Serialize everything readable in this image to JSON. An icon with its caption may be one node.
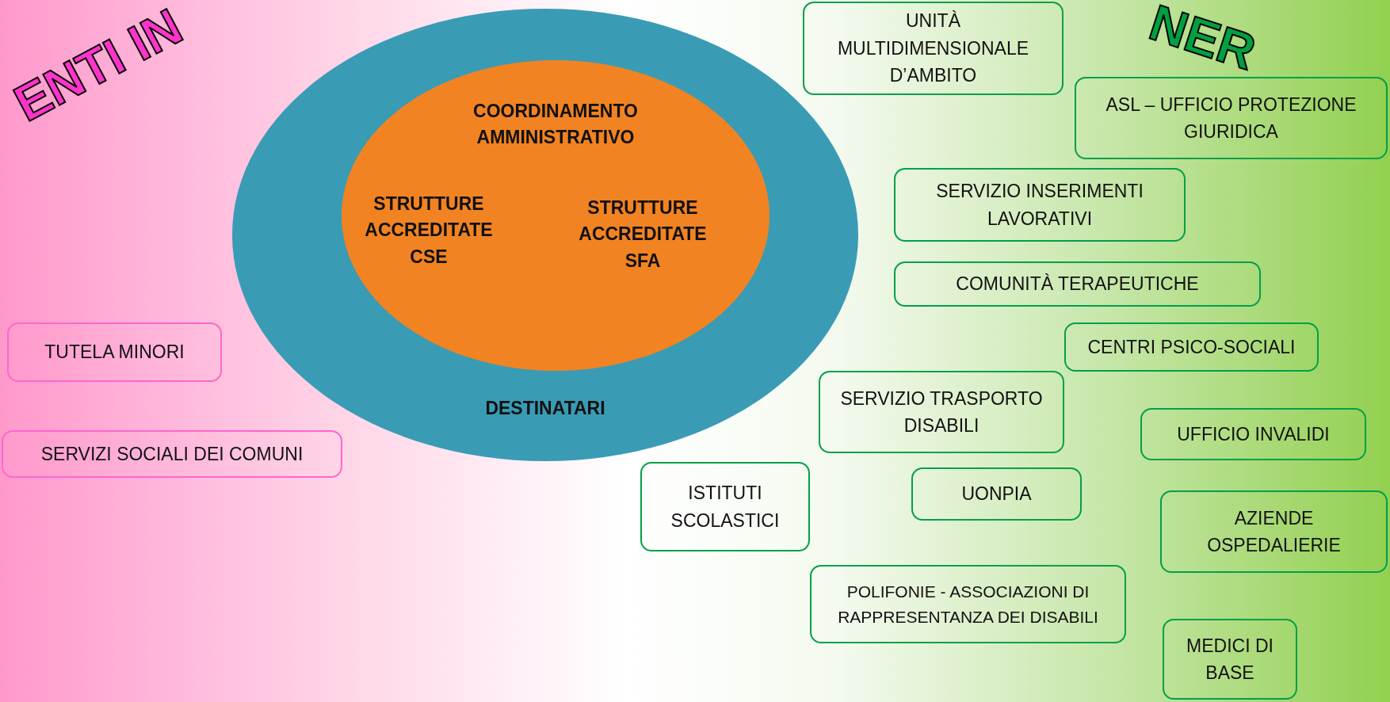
{
  "diagram": {
    "nodes": [
      {
        "text": [
          "DESTINATARI"
        ]
      },
      {
        "text": [
          "COORDINAMENTO AMMINISTRATIVO",
          "STRUTTURE ACCREDITATE CSE",
          "STRUTTURE ACCREDITATE SFA"
        ],
        "in": 0
      },
      {
        "text": [
          "UNITÀ MULTIDIMENSIONALE D’AMBITO"
        ]
      },
      {
        "text": [
          "ASL – UFFICIO PROTEZIONE GIURIDICA"
        ]
      },
      {
        "text": [
          "SERVIZIO INSERIMENTI LAVORATIVI"
        ]
      },
      {
        "text": [
          "COMUNITÀ TERAPEUTICHE"
        ]
      },
      {
        "text": [
          "CENTRI PSICO-SOCIALI"
        ]
      },
      {
        "text": [
          "TUTELA MINORI"
        ]
      },
      {
        "text": [
          "SERVIZIO TRASPORTO DISABILI"
        ]
      },
      {
        "text": [
          "UFFICIO INVALIDI"
        ]
      },
      {
        "text": [
          "SERVIZI SOCIALI DEI COMUNI"
        ]
      },
      {
        "text": [
          "ISTITUTI SCOLASTICI"
        ]
      },
      {
        "text": [
          "UONPIA"
        ]
      },
      {
        "text": [
          "AZIENDE OSPEDALIERIE"
        ]
      },
      {
        "text": [
          "POLIFONIE - ASSOCIAZIONI DI RAPPRESENTANZA DEI DISABILI"
        ]
      },
      {
        "text": [
          "MEDICI DI BASE"
        ]
      }
    ],
    "labels": [
      "ENTI IN",
      "NER"
    ]
  }
}
